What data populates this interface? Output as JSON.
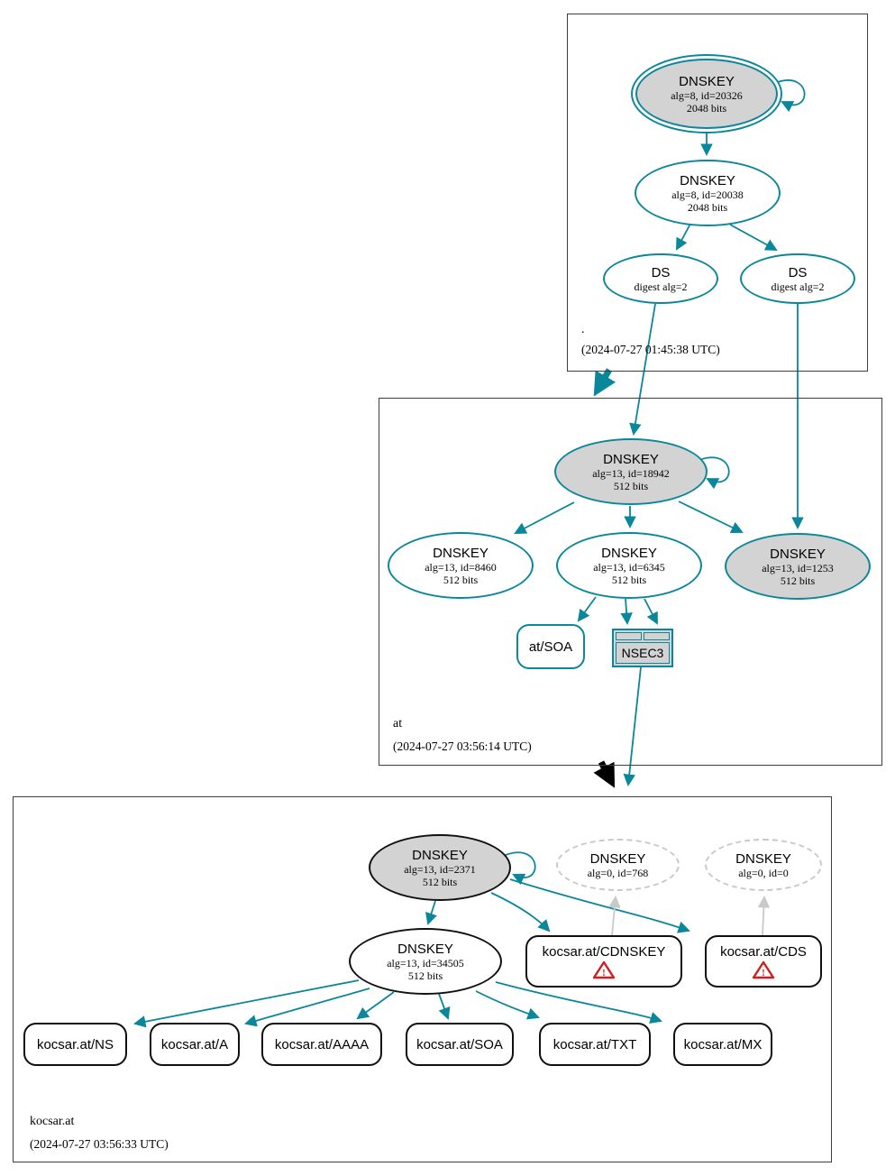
{
  "colors": {
    "secure_teal": "#0a879a",
    "insecure_black": "#000000",
    "ghost_gray": "#c9c9c9",
    "node_fill_gray": "#d3d3d3",
    "warning_red": "#cf1f1f",
    "box_border": "#3e3e3e"
  },
  "zones": {
    "root": {
      "name": ".",
      "timestamp": "(2024-07-27 01:45:38 UTC)",
      "ksk": {
        "title": "DNSKEY",
        "detail": "alg=8, id=20326",
        "bits": "2048 bits"
      },
      "zsk": {
        "title": "DNSKEY",
        "detail": "alg=8, id=20038",
        "bits": "2048 bits"
      },
      "ds_left": {
        "title": "DS",
        "detail": "digest alg=2"
      },
      "ds_right": {
        "title": "DS",
        "detail": "digest alg=2"
      }
    },
    "at": {
      "name": "at",
      "timestamp": "(2024-07-27 03:56:14 UTC)",
      "ksk": {
        "title": "DNSKEY",
        "detail": "alg=13, id=18942",
        "bits": "512 bits"
      },
      "key_8460": {
        "title": "DNSKEY",
        "detail": "alg=13, id=8460",
        "bits": "512 bits"
      },
      "key_6345": {
        "title": "DNSKEY",
        "detail": "alg=13, id=6345",
        "bits": "512 bits"
      },
      "key_1253": {
        "title": "DNSKEY",
        "detail": "alg=13, id=1253",
        "bits": "512 bits"
      },
      "soa": {
        "label": "at/SOA"
      },
      "nsec3": {
        "label": "NSEC3"
      }
    },
    "kocsar": {
      "name": "kocsar.at",
      "timestamp": "(2024-07-27 03:56:33 UTC)",
      "ksk": {
        "title": "DNSKEY",
        "detail": "alg=13, id=2371",
        "bits": "512 bits"
      },
      "ghost_768": {
        "title": "DNSKEY",
        "detail": "alg=0, id=768"
      },
      "ghost_0": {
        "title": "DNSKEY",
        "detail": "alg=0, id=0"
      },
      "zsk": {
        "title": "DNSKEY",
        "detail": "alg=13, id=34505",
        "bits": "512 bits"
      },
      "cdnskey": {
        "label": "kocsar.at/CDNSKEY"
      },
      "cds": {
        "label": "kocsar.at/CDS"
      },
      "records": [
        {
          "label": "kocsar.at/NS"
        },
        {
          "label": "kocsar.at/A"
        },
        {
          "label": "kocsar.at/AAAA"
        },
        {
          "label": "kocsar.at/SOA"
        },
        {
          "label": "kocsar.at/TXT"
        },
        {
          "label": "kocsar.at/MX"
        }
      ]
    }
  }
}
